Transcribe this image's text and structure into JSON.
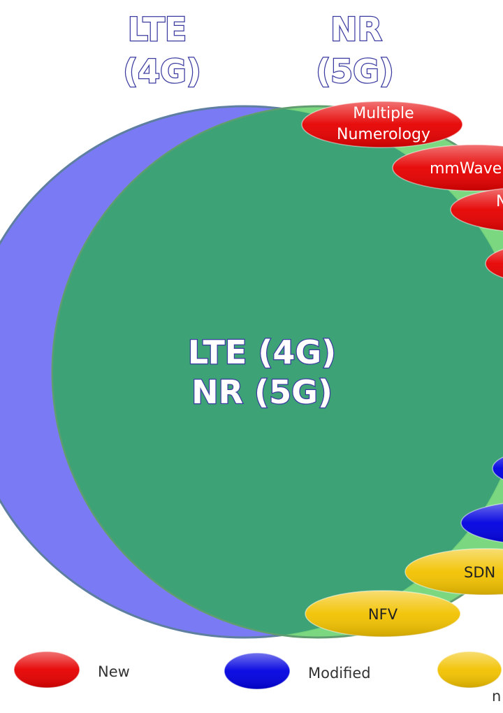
{
  "diagram": {
    "lte_title": [
      "LTE",
      "(4G)"
    ],
    "nr_title": [
      "NR",
      "(5G)"
    ],
    "center_label": [
      "LTE (4G)",
      "NR (5G)"
    ],
    "colors": {
      "lte_circle": "#7a7af5",
      "nr_circle": "#74d67a",
      "overlap": "#3da276",
      "new": "#e60000",
      "modified": "#0000e0",
      "unchanged": "#f2c200"
    },
    "nr_features": [
      {
        "lines": [
          "Multiple",
          "Numerology"
        ],
        "category": "new"
      },
      {
        "lines": [
          "mmWave"
        ],
        "category": "new"
      },
      {
        "lines": [
          "N"
        ],
        "category": "new"
      },
      {
        "lines": [],
        "category": "new"
      },
      {
        "lines": [],
        "category": "modified"
      },
      {
        "lines": [],
        "category": "modified"
      },
      {
        "lines": [
          "SDN"
        ],
        "category": "unchanged"
      },
      {
        "lines": [
          "NFV"
        ],
        "category": "unchanged"
      }
    ]
  },
  "legend": [
    {
      "label": "New",
      "category": "new"
    },
    {
      "label": "Modified",
      "category": "modified"
    },
    {
      "label": "n",
      "category": "unchanged"
    }
  ]
}
